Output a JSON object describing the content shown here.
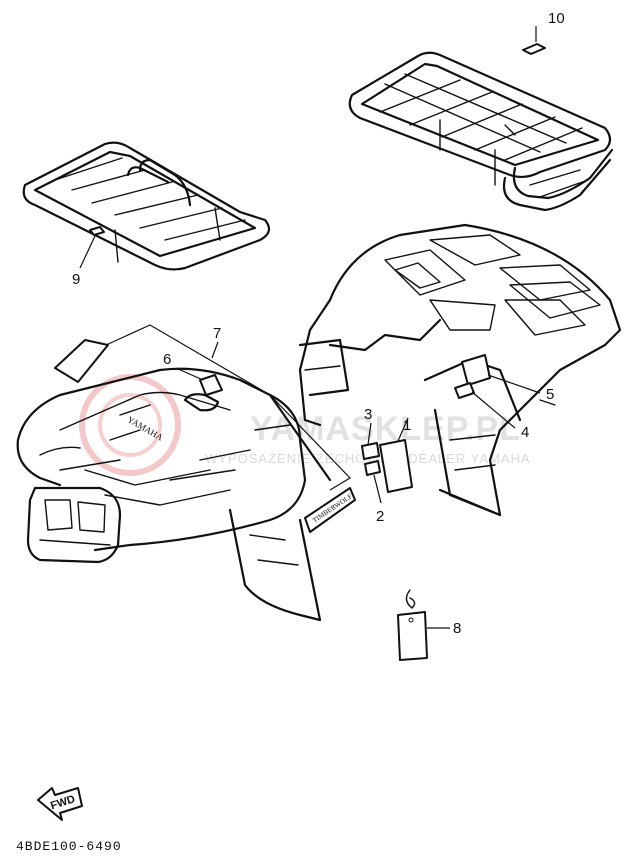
{
  "callouts": {
    "c1": "1",
    "c2": "2",
    "c3": "3",
    "c4": "4",
    "c5": "5",
    "c6": "6",
    "c7": "7",
    "c8": "8",
    "c9": "9",
    "c10": "10"
  },
  "decals": {
    "fender_logo": "YAMAHA",
    "model_label": "TIMBERWOLF"
  },
  "watermark": {
    "main": "YAMASKLEP.PL",
    "sub": "WYPOSAŻENIE ŻECHOWICZ DEALER YAMAHA"
  },
  "fwd_label": "FWD",
  "diagram_code": "4BDE100-6490",
  "colors": {
    "line": "#111111",
    "watermark": "#c9c9c9",
    "watermark_logo": "#e06060"
  }
}
